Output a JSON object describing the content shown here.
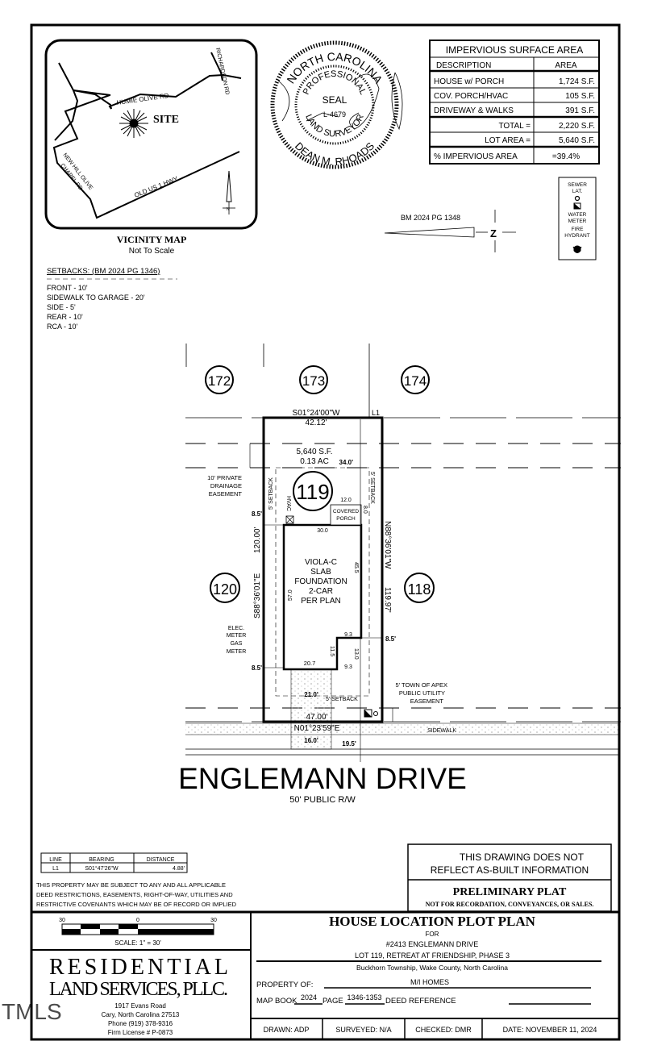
{
  "vicinity_map": {
    "roads": [
      "HUMIE OLIVE RD",
      "RICHARDSON RD",
      "NEW HILL OLIVE",
      "CHAPEL RD",
      "OLD US 1 HWY"
    ],
    "site_label": "SITE",
    "north_label": "N",
    "title": "VICINITY MAP",
    "subtitle": "Not To Scale"
  },
  "seal": {
    "outer_top": "NORTH CAROLINA",
    "inner_top": "PROFESSIONAL",
    "center": "SEAL",
    "number": "L-4679",
    "inner_bottom": "LAND SURVEYOR",
    "outer_bottom": "DEAN M. RHOADS"
  },
  "impervious_table": {
    "title": "IMPERVIOUS SURFACE AREA",
    "headers": [
      "DESCRIPTION",
      "AREA"
    ],
    "rows": [
      [
        "HOUSE w/ PORCH",
        "1,724 S.F."
      ],
      [
        "COV. PORCH/HVAC",
        "105 S.F."
      ],
      [
        "DRIVEWAY & WALKS",
        "391 S.F."
      ],
      [
        "TOTAL =",
        "2,220 S.F."
      ],
      [
        "LOT AREA =",
        "5,640 S.F."
      ],
      [
        "% IMPERVIOUS AREA",
        "=39.4%"
      ]
    ]
  },
  "legend": {
    "sewer": "SEWER",
    "lat": "LAT.",
    "water": "WATER",
    "meter": "METER",
    "fire": "FIRE",
    "hydrant": "HYDRANT"
  },
  "north_arrow": {
    "reference": "BM 2024 PG 1348",
    "letter": "Z"
  },
  "setbacks": {
    "title": "SETBACKS: (BM 2024 PG 1346)",
    "items": [
      "FRONT - 10'",
      "SIDEWALK TO GARAGE - 20'",
      "SIDE - 5'",
      "REAR - 10'",
      "RCA - 10'"
    ]
  },
  "plan": {
    "lots": {
      "left_top": "172",
      "center_top": "173",
      "right_top": "174",
      "subject": "119",
      "left": "120",
      "right": "118"
    },
    "rear_bearing": "S01°24'00\"W",
    "rear_distance": "42.12'",
    "l1": "L1",
    "area_sf": "5,640 S.F.",
    "area_ac": "0.13 AC",
    "rear_dim": "34.0'",
    "drainage_easement": [
      "10' PRIVATE",
      "DRAINAGE",
      "EASEMENT"
    ],
    "side_setback": "5' SETBACK",
    "front_setback": "5' SETBACK",
    "hvac": "HVAC",
    "porch_width": "12.0",
    "porch_depth": "8.0",
    "covered_porch": [
      "COVERED",
      "PORCH"
    ],
    "house_width": "30.0",
    "house_depth_right": "45.5",
    "house_depth_left": "57.0",
    "house_label": [
      "VIOLA-C",
      "SLAB",
      "FOUNDATION",
      "2-CAR",
      "PER PLAN"
    ],
    "left_bearing": "S88°36'01\"E",
    "left_distance": "120.00'",
    "right_bearing": "N88°36'01\"W",
    "right_distance": "119.97'",
    "left_offset_top": "8.5'",
    "left_offset_bottom": "8.5'",
    "right_offset": "8.5'",
    "meters": [
      "ELEC.",
      "METER",
      "GAS",
      "METER"
    ],
    "garage_dims": {
      "top": "9.3",
      "bottom": "9.3",
      "left": "11.5",
      "right": "13.0",
      "front": "20.7"
    },
    "drive_dim": "21.0'",
    "utility_easement": [
      "5' TOWN OF APEX",
      "PUBLIC UTILITY",
      "EASEMENT"
    ],
    "front_distance": "47.00'",
    "front_bearing": "N01°23'59\"E",
    "sidewalk": "SIDEWALK",
    "drive_width": "16.0'",
    "offset_19": "19.5'"
  },
  "street": {
    "name": "ENGLEMANN DRIVE",
    "row": "50' PUBLIC R/W"
  },
  "line_table": {
    "headers": [
      "LINE",
      "BEARING",
      "DISTANCE"
    ],
    "rows": [
      [
        "L1",
        "S01°47'26\"W",
        "4.88'"
      ]
    ]
  },
  "disclaimer": [
    "THIS PROPERTY MAY BE SUBJECT TO ANY AND ALL APPLICABLE",
    "DEED RESTRICTIONS, EASEMENTS, RIGHT-OF-WAY, UTILITIES AND",
    "RESTRICTIVE COVENANTS WHICH MAY BE OF RECORD OR IMPLIED"
  ],
  "notice": {
    "line1": "THIS DRAWING DOES NOT",
    "line2": "REFLECT AS-BUILT INFORMATION",
    "prelim": "PRELIMINARY PLAT",
    "prelim_sub": "NOT FOR RECORDATION, CONVEYANCES, OR SALES."
  },
  "scale": {
    "ticks": [
      "30",
      "0",
      "30"
    ],
    "label": "SCALE: 1\" = 30'"
  },
  "company": {
    "name1": "RESIDENTIAL",
    "name2": "LAND SERVICES, PLLC.",
    "address": "1917 Evans Road",
    "city": "Cary, North Carolina 27513",
    "phone": "Phone (919) 378-9316",
    "license": "Firm License # P-0873"
  },
  "watermark": "TMLS",
  "title_block": {
    "title": "HOUSE LOCATION PLOT PLAN",
    "for": "FOR",
    "address": "#2413 ENGLEMANN DRIVE",
    "lot": "LOT 119, RETREAT AT FRIENDSHIP, PHASE 3",
    "township": "Buckhorn Township, Wake County, North Carolina",
    "property_of_label": "PROPERTY OF:",
    "property_of": "M/I HOMES",
    "map_book_label": "MAP BOOK",
    "map_book": "2024",
    "page_label": "PAGE",
    "page": "1346-1353",
    "deed_label": "DEED REFERENCE",
    "drawn": "DRAWN: ADP",
    "surveyed": "SURVEYED: N/A",
    "checked": "CHECKED: DMR",
    "date": "DATE: NOVEMBER 11, 2024"
  }
}
